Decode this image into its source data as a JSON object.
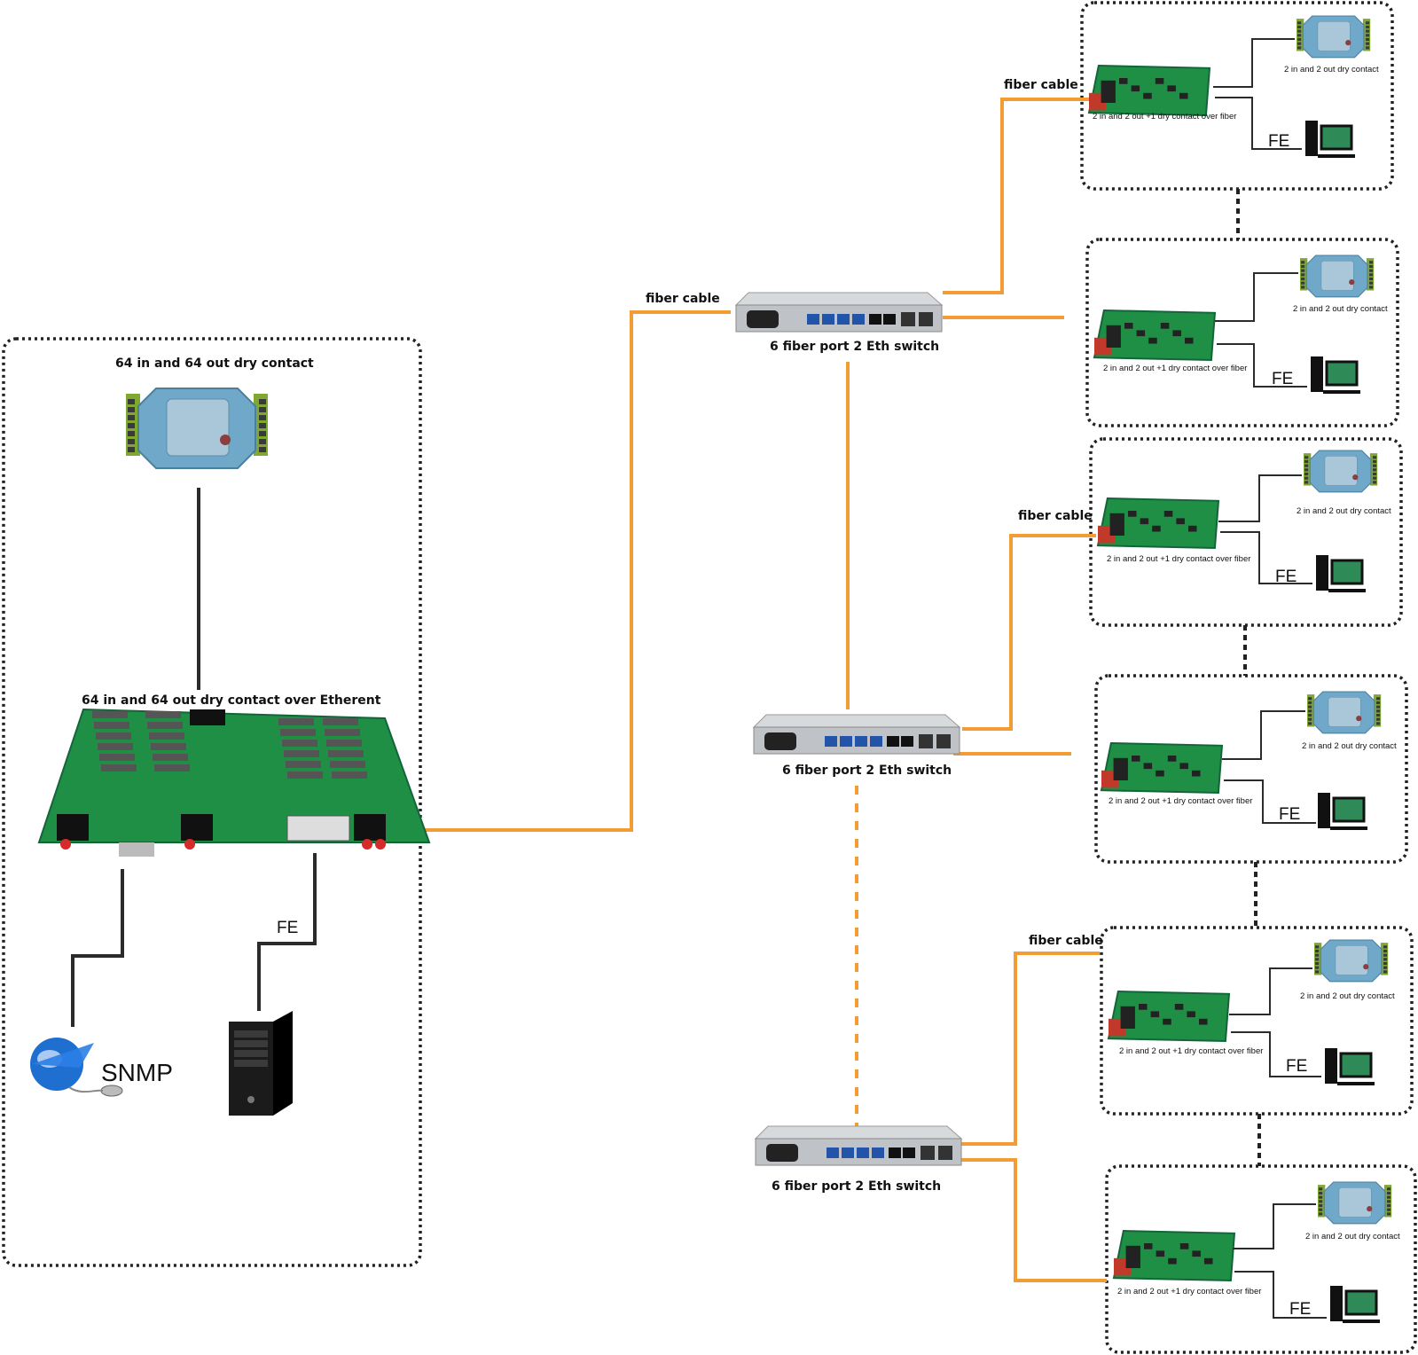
{
  "central": {
    "top_device_label": "64 in and 64 out dry contact",
    "board_label": "64 in and 64 out dry contact over Etherent",
    "fe_label": "FE",
    "snmp_label": "SNMP"
  },
  "switches": [
    {
      "label": "6 fiber port 2 Eth switch"
    },
    {
      "label": "6 fiber port 2 Eth switch"
    },
    {
      "label": "6 fiber port 2 Eth switch"
    }
  ],
  "fiber_cable_labels": [
    "fiber cable",
    "fiber cable",
    "fiber cable",
    "fiber cable"
  ],
  "remote_nodes": [
    {
      "module_label": "2 in and 2 out dry contact",
      "board_label": "2 in and 2 out +1 dry contact over fiber",
      "fe_label": "FE"
    },
    {
      "module_label": "2 in and 2 out dry contact",
      "board_label": "2 in and 2 out +1 dry contact over fiber",
      "fe_label": "FE"
    },
    {
      "module_label": "2 in and 2 out dry contact",
      "board_label": "2 in and 2 out +1 dry contact over fiber",
      "fe_label": "FE"
    },
    {
      "module_label": "2 in and 2 out dry contact",
      "board_label": "2 in and 2 out +1 dry contact over fiber",
      "fe_label": "FE"
    },
    {
      "module_label": "2 in and 2 out dry contact",
      "board_label": "2 in and 2 out +1 dry contact over fiber",
      "fe_label": "FE"
    },
    {
      "module_label": "2 in and 2 out dry contact",
      "board_label": "2 in and 2 out +1 dry contact over fiber",
      "fe_label": "FE"
    }
  ],
  "colors": {
    "fiber": "#f39c33",
    "copper": "#2b2b2b",
    "board": "#1f8f45",
    "module": "#6fa8c8",
    "chassis": "#bfc3c7"
  }
}
